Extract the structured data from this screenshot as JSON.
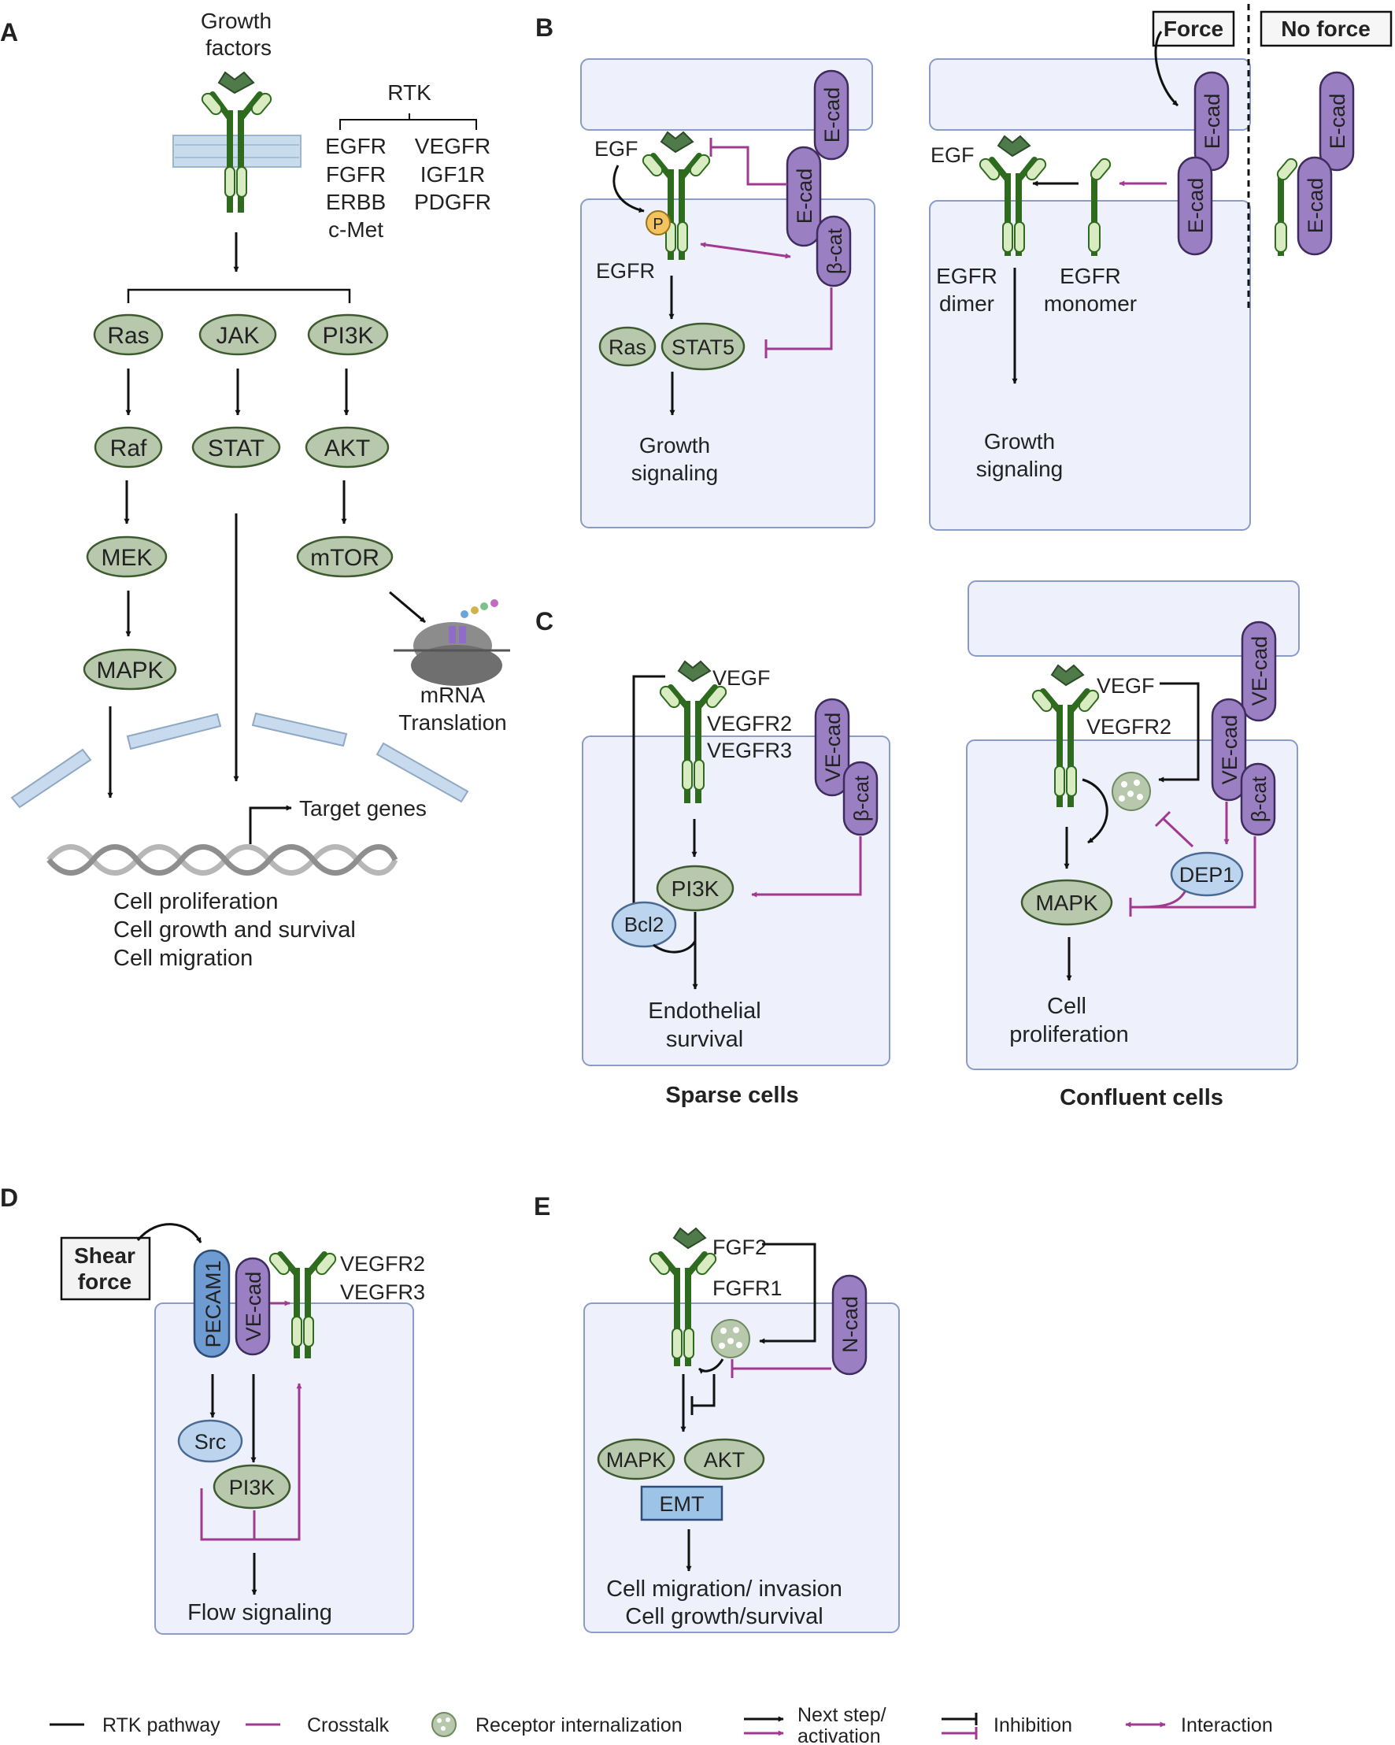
{
  "colors": {
    "rtk_line": "#111111",
    "crosstalk": "#a03a91",
    "cell_fill": "#eef1fb",
    "cell_stroke": "#8b9bc7",
    "green_oval": "#b8c8ad",
    "green_stroke": "#3e5a2f",
    "receptor_dark": "#2f6b1e",
    "receptor_light": "#d9ecc1",
    "cadherin": "#9a7fc2",
    "cadherin_stroke": "#3f2c5e",
    "blue_oval": "#bcd4ee",
    "blue_stroke": "#4a6a94"
  },
  "panels": {
    "a": {
      "letter": "A",
      "ligand_label_1": "Growth",
      "ligand_label_2": "factors",
      "rtk_header": "RTK",
      "rtk_col1": [
        "EGFR",
        "FGFR",
        "ERBB",
        "c-Met"
      ],
      "rtk_col2": [
        "VEGFR",
        "IGF1R",
        "PDGFR"
      ],
      "col_ras": [
        "Ras",
        "Raf",
        "MEK",
        "MAPK"
      ],
      "col_jak": [
        "JAK",
        "STAT"
      ],
      "col_pi3k": [
        "PI3K",
        "AKT",
        "mTOR"
      ],
      "translation_1": "mRNA",
      "translation_2": "Translation",
      "target_genes": "Target genes",
      "outcomes": [
        "Cell proliferation",
        "Cell growth and survival",
        "Cell migration"
      ]
    },
    "b": {
      "letter": "B",
      "ecad": "E-cad",
      "bcat": "β-cat",
      "egf": "EGF",
      "p": "P",
      "egfr": "EGFR",
      "ras": "Ras",
      "stat5": "STAT5",
      "growth_1": "Growth",
      "growth_2": "signaling",
      "force": "Force",
      "no_force": "No force",
      "dimer_1": "EGFR",
      "dimer_2": "dimer",
      "monomer_1": "EGFR",
      "monomer_2": "monomer"
    },
    "c": {
      "letter": "C",
      "vegf": "VEGF",
      "vegfr2": "VEGFR2",
      "vegfr3": "VEGFR3",
      "vecad": "VE-cad",
      "bcat": "β-cat",
      "pi3k": "PI3K",
      "bcl2": "Bcl2",
      "endo_1": "Endothelial",
      "endo_2": "survival",
      "sparse": "Sparse cells",
      "mapk": "MAPK",
      "dep1": "DEP1",
      "prolif_1": "Cell",
      "prolif_2": "proliferation",
      "confluent": "Confluent cells"
    },
    "d": {
      "letter": "D",
      "shear_1": "Shear",
      "shear_2": "force",
      "pecam": "PECAM1",
      "vecad": "VE-cad",
      "vegfr2": "VEGFR2",
      "vegfr3": "VEGFR3",
      "src": "Src",
      "pi3k": "PI3K",
      "flow": "Flow signaling"
    },
    "e": {
      "letter": "E",
      "fgf2": "FGF2",
      "fgfr1": "FGFR1",
      "ncad": "N-cad",
      "mapk": "MAPK",
      "akt": "AKT",
      "emt": "EMT",
      "out_1": "Cell migration/ invasion",
      "out_2": "Cell growth/survival"
    }
  },
  "legend": {
    "rtk": "RTK pathway",
    "crosstalk": "Crosstalk",
    "internalization": "Receptor internalization",
    "next_1": "Next step/",
    "next_2": "activation",
    "inhibition": "Inhibition",
    "interaction": "Interaction"
  }
}
